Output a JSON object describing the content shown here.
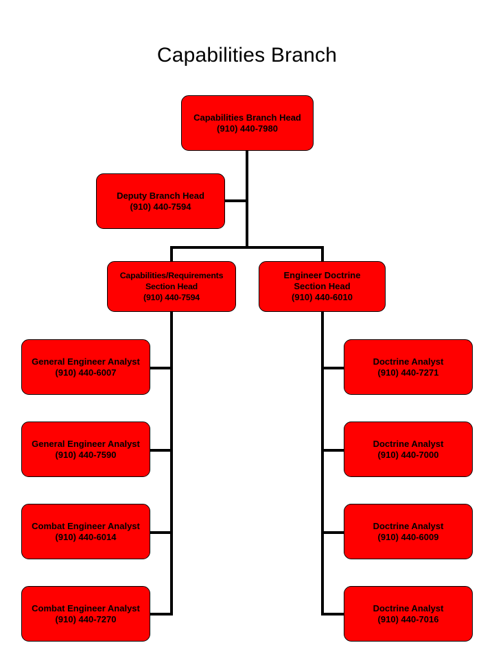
{
  "title": "Capabilities Branch",
  "theme": {
    "node_fill": "#FF0000",
    "node_border": "#000000",
    "text_color": "#000000",
    "connector_color": "#000000",
    "background": "#FFFFFF"
  },
  "nodes": {
    "branch_head": {
      "role": "Capabilities Branch Head",
      "phone": "(910) 440-7980"
    },
    "deputy_branch_head": {
      "role": "Deputy Branch Head",
      "phone": "(910) 440-7594"
    },
    "capabilities_section_head": {
      "role_line1": "Capabilities/Requirements",
      "role_line2": "Section Head",
      "phone": "(910) 440-7594"
    },
    "doctrine_section_head": {
      "role_line1": "Engineer Doctrine",
      "role_line2": "Section Head",
      "phone": "(910) 440-6010"
    }
  },
  "capabilities_staff": [
    {
      "role": "General Engineer Analyst",
      "phone": "(910) 440-6007"
    },
    {
      "role": "General Engineer Analyst",
      "phone": "(910) 440-7590"
    },
    {
      "role": "Combat Engineer Analyst",
      "phone": "(910) 440-6014"
    },
    {
      "role": "Combat Engineer Analyst",
      "phone": "(910) 440-7270"
    }
  ],
  "doctrine_staff": [
    {
      "role": "Doctrine Analyst",
      "phone": "(910) 440-7271"
    },
    {
      "role": "Doctrine Analyst",
      "phone": "(910) 440-7000"
    },
    {
      "role": "Doctrine Analyst",
      "phone": "(910) 440-6009"
    },
    {
      "role": "Doctrine Analyst",
      "phone": "(910) 440-7016"
    }
  ]
}
